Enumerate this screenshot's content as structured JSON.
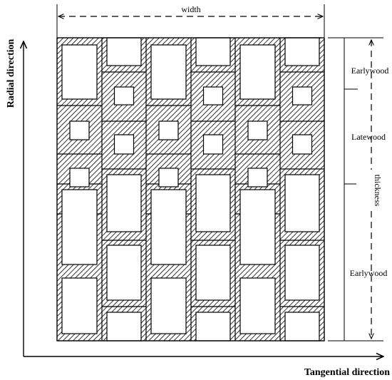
{
  "labels": {
    "width": "width",
    "thickness": "thickness",
    "radial_direction": "Radial direction",
    "tangential_direction": "Tangential direction",
    "zone_top": "Earlywood",
    "zone_middle": "Latewood",
    "zone_bottom": "Earlywood"
  }
}
